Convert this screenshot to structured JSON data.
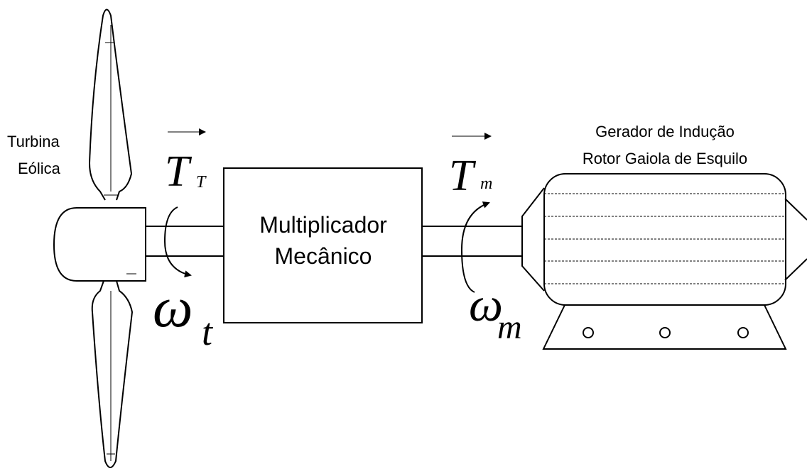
{
  "labels": {
    "turbine_line1": "Turbina",
    "turbine_line2": "Eólica",
    "gearbox_line1": "Multiplicador",
    "gearbox_line2": "Mecânico",
    "generator_line1": "Gerador de Indução",
    "generator_line2": "Rotor Gaiola de Esquilo"
  },
  "symbols": {
    "torque_turbine": "T",
    "torque_turbine_sub": "T",
    "torque_machine": "T",
    "torque_machine_sub": "m",
    "omega_turbine": "ω",
    "omega_turbine_sub": "t",
    "omega_machine": "ω",
    "omega_machine_sub": "m"
  }
}
